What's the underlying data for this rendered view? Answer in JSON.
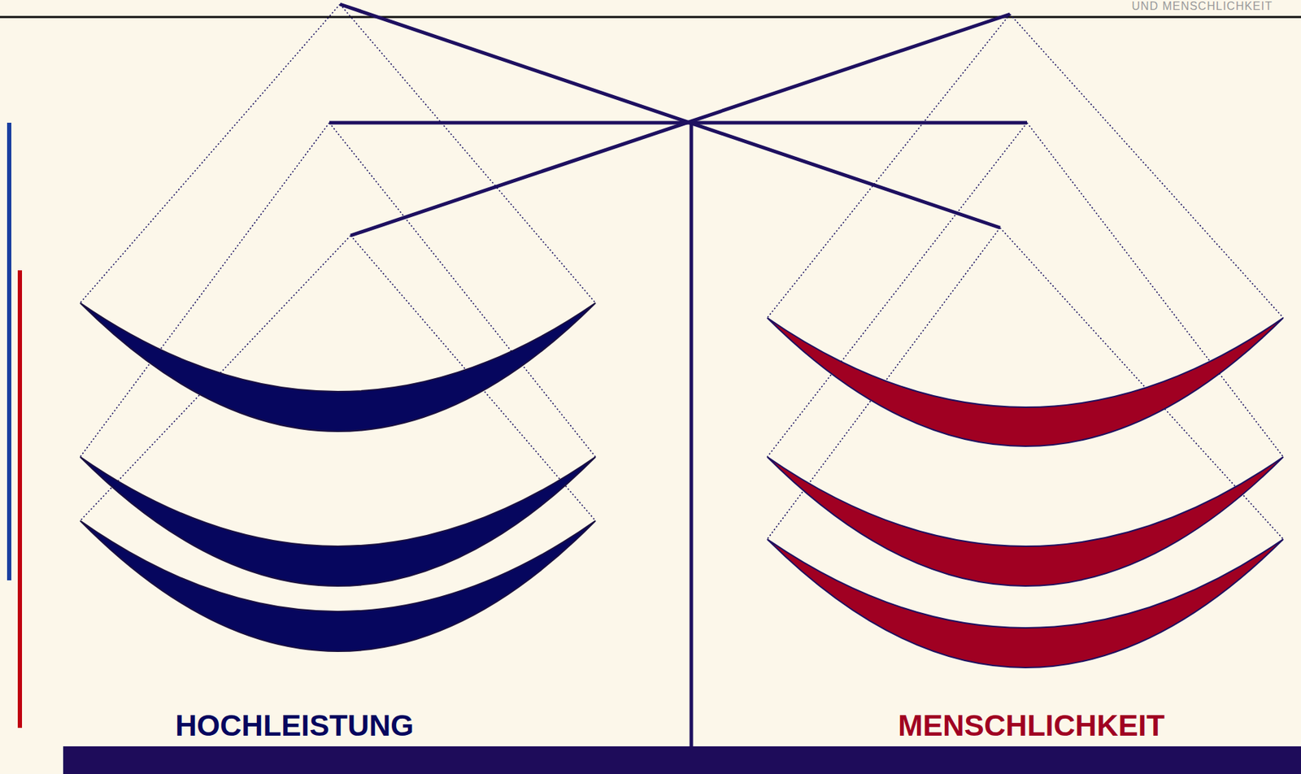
{
  "diagram": {
    "title": "UND MENSCHLICHKEIT",
    "labels": [
      "HOCHLEISTUNG",
      "MENSCHLICHKEIT"
    ]
  }
}
